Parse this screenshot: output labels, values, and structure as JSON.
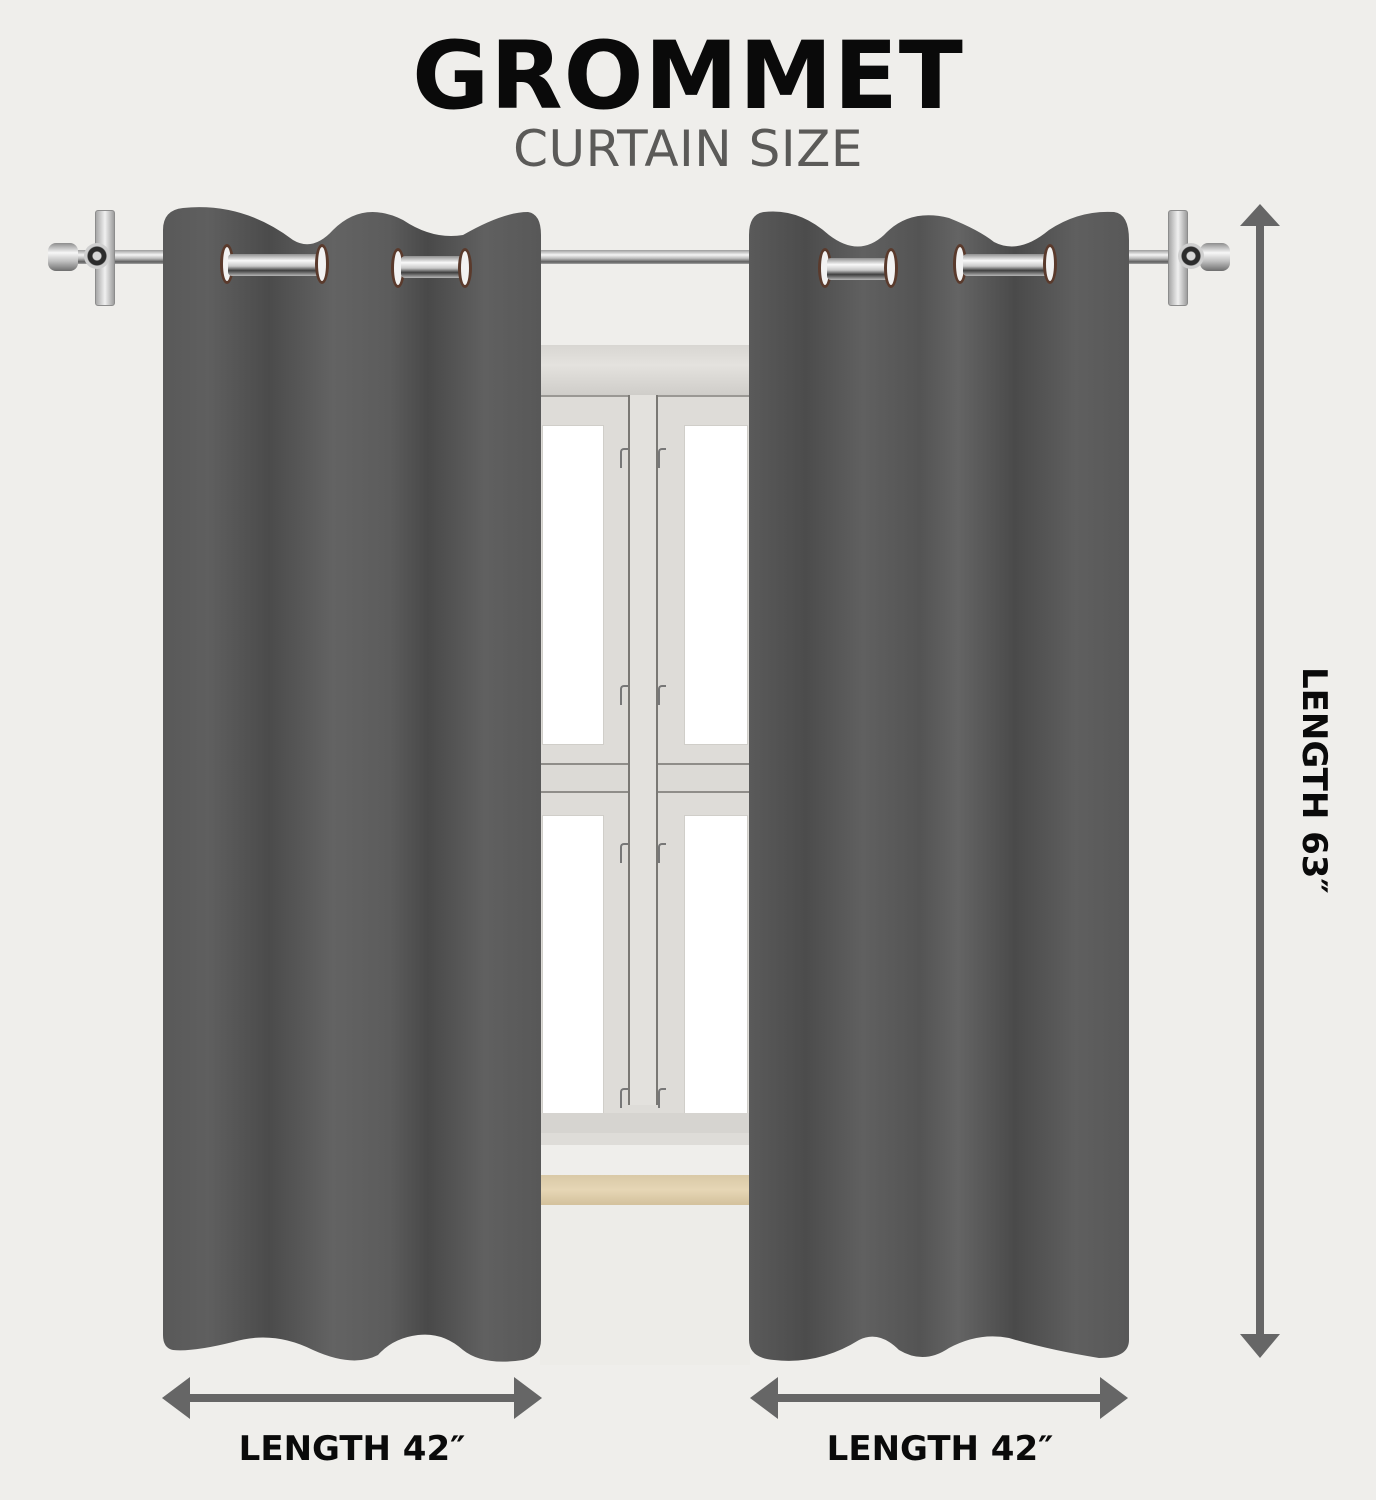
{
  "header": {
    "title": "GROMMET",
    "subtitle": "CURTAIN SIZE"
  },
  "colors": {
    "background": "#efeeeb",
    "title": "#0a0a0a",
    "subtitle": "#5b5a58",
    "curtain": "#5a5a5a",
    "curtain_shadow": "#4a4a4a",
    "curtain_highlight": "#666666",
    "arrow": "#666666",
    "grommet_ring": "#5a3a2c"
  },
  "curtains": [
    {
      "name": "left-curtain",
      "grommets": 4,
      "width_label": "LENGTH 42″"
    },
    {
      "name": "right-curtain",
      "grommets": 4,
      "width_label": "LENGTH 42″"
    }
  ],
  "dimensions": {
    "left_width_label": "LENGTH 42″",
    "right_width_label": "LENGTH 42″",
    "height_label": "LENGTH 63″"
  }
}
